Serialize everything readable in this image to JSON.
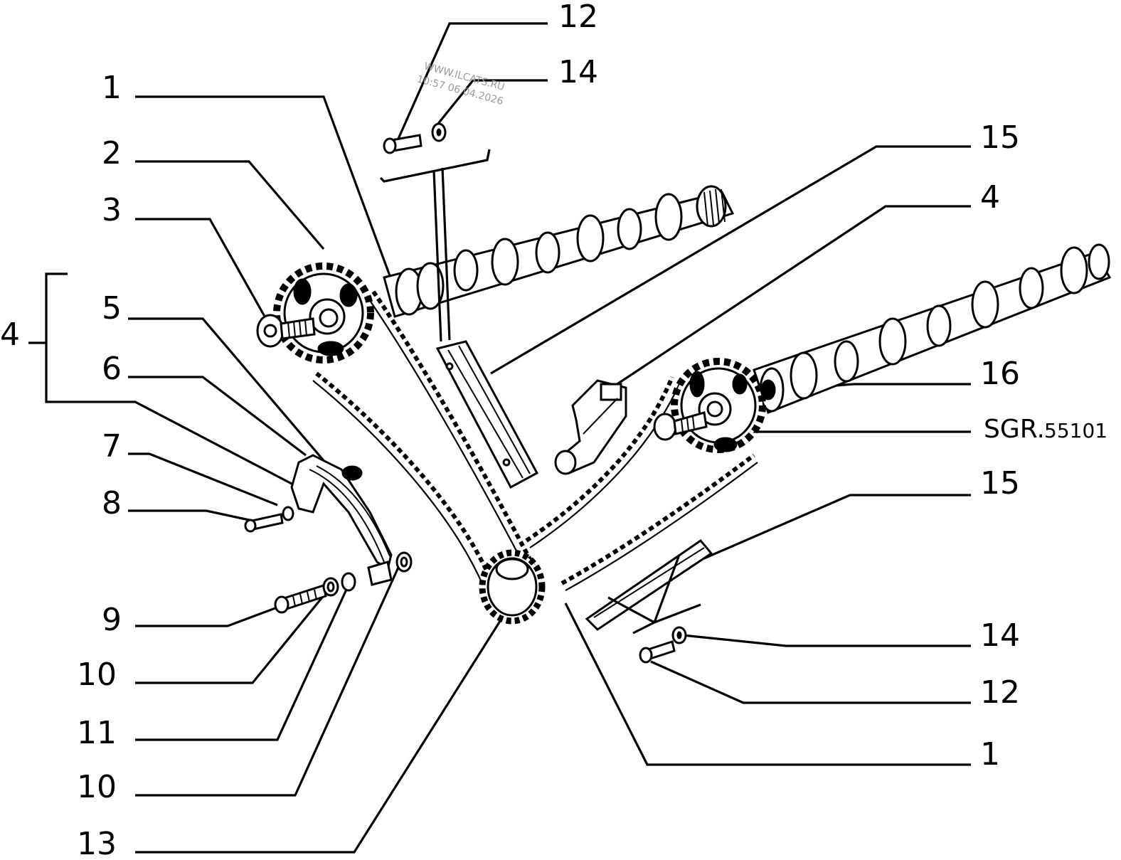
{
  "watermark": {
    "line1": "WWW.ILCATS.RU",
    "line2": "10:57 06.04.2026"
  },
  "drawing_code": {
    "prefix": "SGR.",
    "number": "55101"
  },
  "callouts": {
    "left": [
      {
        "id": "l-1",
        "text": "1"
      },
      {
        "id": "l-2",
        "text": "2"
      },
      {
        "id": "l-3",
        "text": "3"
      },
      {
        "id": "l-4",
        "text": "4"
      },
      {
        "id": "l-5",
        "text": "5"
      },
      {
        "id": "l-6",
        "text": "6"
      },
      {
        "id": "l-7",
        "text": "7"
      },
      {
        "id": "l-8",
        "text": "8"
      },
      {
        "id": "l-9",
        "text": "9"
      },
      {
        "id": "l-10a",
        "text": "10"
      },
      {
        "id": "l-11",
        "text": "11"
      },
      {
        "id": "l-10b",
        "text": "10"
      },
      {
        "id": "l-13",
        "text": "13"
      }
    ],
    "top": [
      {
        "id": "t-12",
        "text": "12"
      },
      {
        "id": "t-14",
        "text": "14"
      }
    ],
    "right": [
      {
        "id": "r-15a",
        "text": "15"
      },
      {
        "id": "r-4",
        "text": "4"
      },
      {
        "id": "r-16",
        "text": "16"
      },
      {
        "id": "r-15b",
        "text": "15"
      },
      {
        "id": "r-14",
        "text": "14"
      },
      {
        "id": "r-12",
        "text": "12"
      },
      {
        "id": "r-1",
        "text": "1"
      }
    ]
  }
}
